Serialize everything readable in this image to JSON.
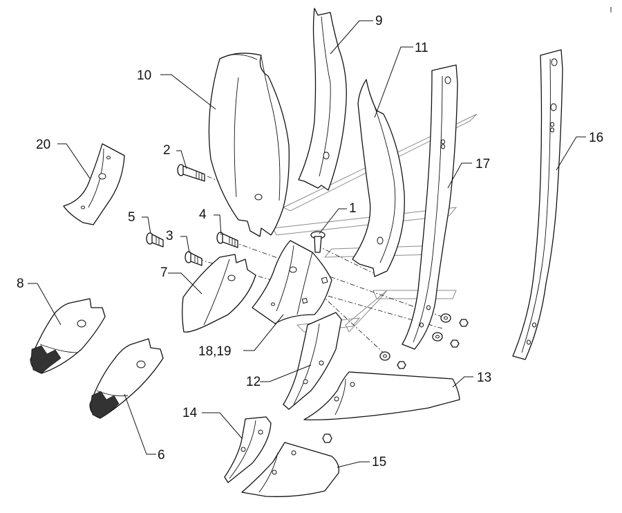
{
  "diagram": {
    "callouts": [
      "1",
      "2",
      "3",
      "4",
      "5",
      "6",
      "7",
      "8",
      "9",
      "10",
      "11",
      "12",
      "13",
      "14",
      "15",
      "16",
      "17",
      "18,19",
      "20"
    ]
  }
}
